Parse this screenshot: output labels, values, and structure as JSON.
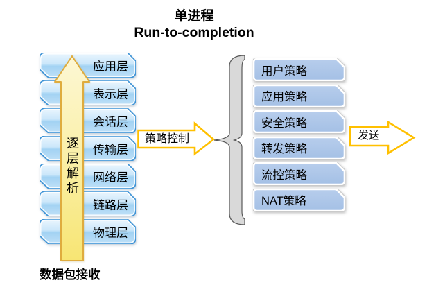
{
  "title": {
    "line1": "单进程",
    "line2": "Run-to-completion"
  },
  "layer_stack": {
    "items": [
      "应用层",
      "表示层",
      "会话层",
      "传输层",
      "网络层",
      "链路层",
      "物理层"
    ],
    "parse_label": "逐层解析",
    "receive_label": "数据包接收"
  },
  "flow": {
    "policy_control_label": "策略控制",
    "send_label": "发送"
  },
  "policy_stack": {
    "items": [
      "用户策略",
      "应用策略",
      "安全策略",
      "转发策略",
      "流控策略",
      "NAT策略"
    ]
  },
  "colors": {
    "layer_box_border": "#3e93d6",
    "layer_box_fill_top": "#e9f5fe",
    "layer_box_fill_bottom": "#c4e3f8",
    "big_arrow_fill": "#faf0a8",
    "big_arrow_border": "#dfac3e",
    "flow_arrow_border": "#ffc000",
    "policy_box_fill": "#aac4e8",
    "brace_fill": "#d9d9d9",
    "text": "#000000"
  }
}
